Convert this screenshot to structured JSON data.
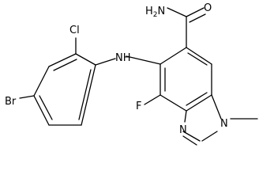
{
  "atoms": {
    "nh2": {
      "main": "H",
      "sub": "2",
      "tail": "N"
    },
    "o": "O",
    "nh": "NH",
    "cl": "Cl",
    "br": "Br",
    "f": "F",
    "n_ring": "N",
    "n_methyl": "N"
  }
}
